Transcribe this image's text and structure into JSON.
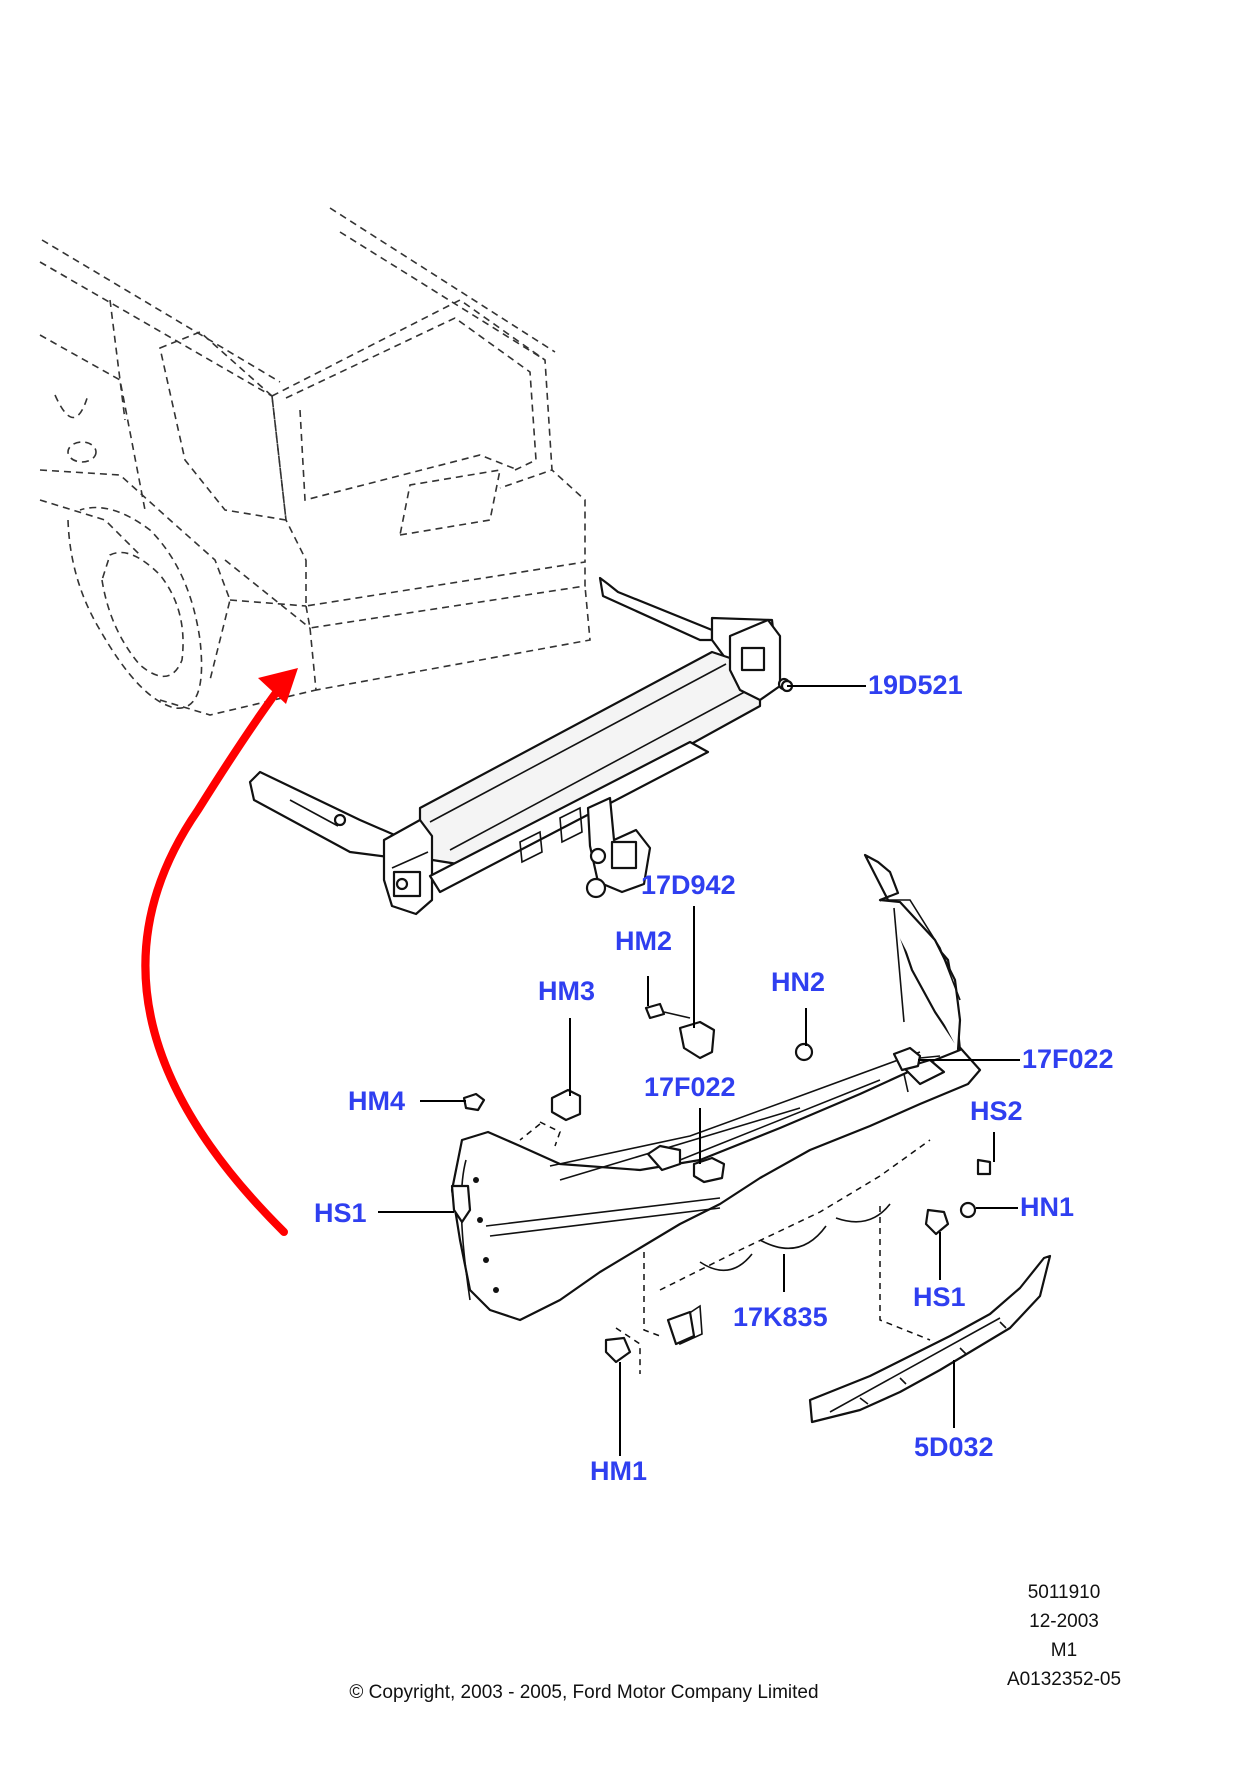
{
  "diagram": {
    "callouts": {
      "c19D521": "19D521",
      "c17D942": "17D942",
      "cHM2": "HM2",
      "cHN2": "HN2",
      "cHM3": "HM3",
      "c17F022a": "17F022",
      "c17F022b": "17F022",
      "cHM4": "HM4",
      "cHS2": "HS2",
      "cHS1a": "HS1",
      "cHN1": "HN1",
      "cHS1b": "HS1",
      "c17K835": "17K835",
      "c5D032": "5D032",
      "cHM1": "HM1"
    },
    "arrow_color": "#ff0000",
    "callout_color": "#2f3ff0"
  },
  "footer": {
    "ref_number": "5011910",
    "date": "12-2003",
    "model": "M1",
    "drawing_id": "A0132352-05",
    "copyright": "© Copyright, 2003 - 2005, Ford Motor Company Limited"
  }
}
